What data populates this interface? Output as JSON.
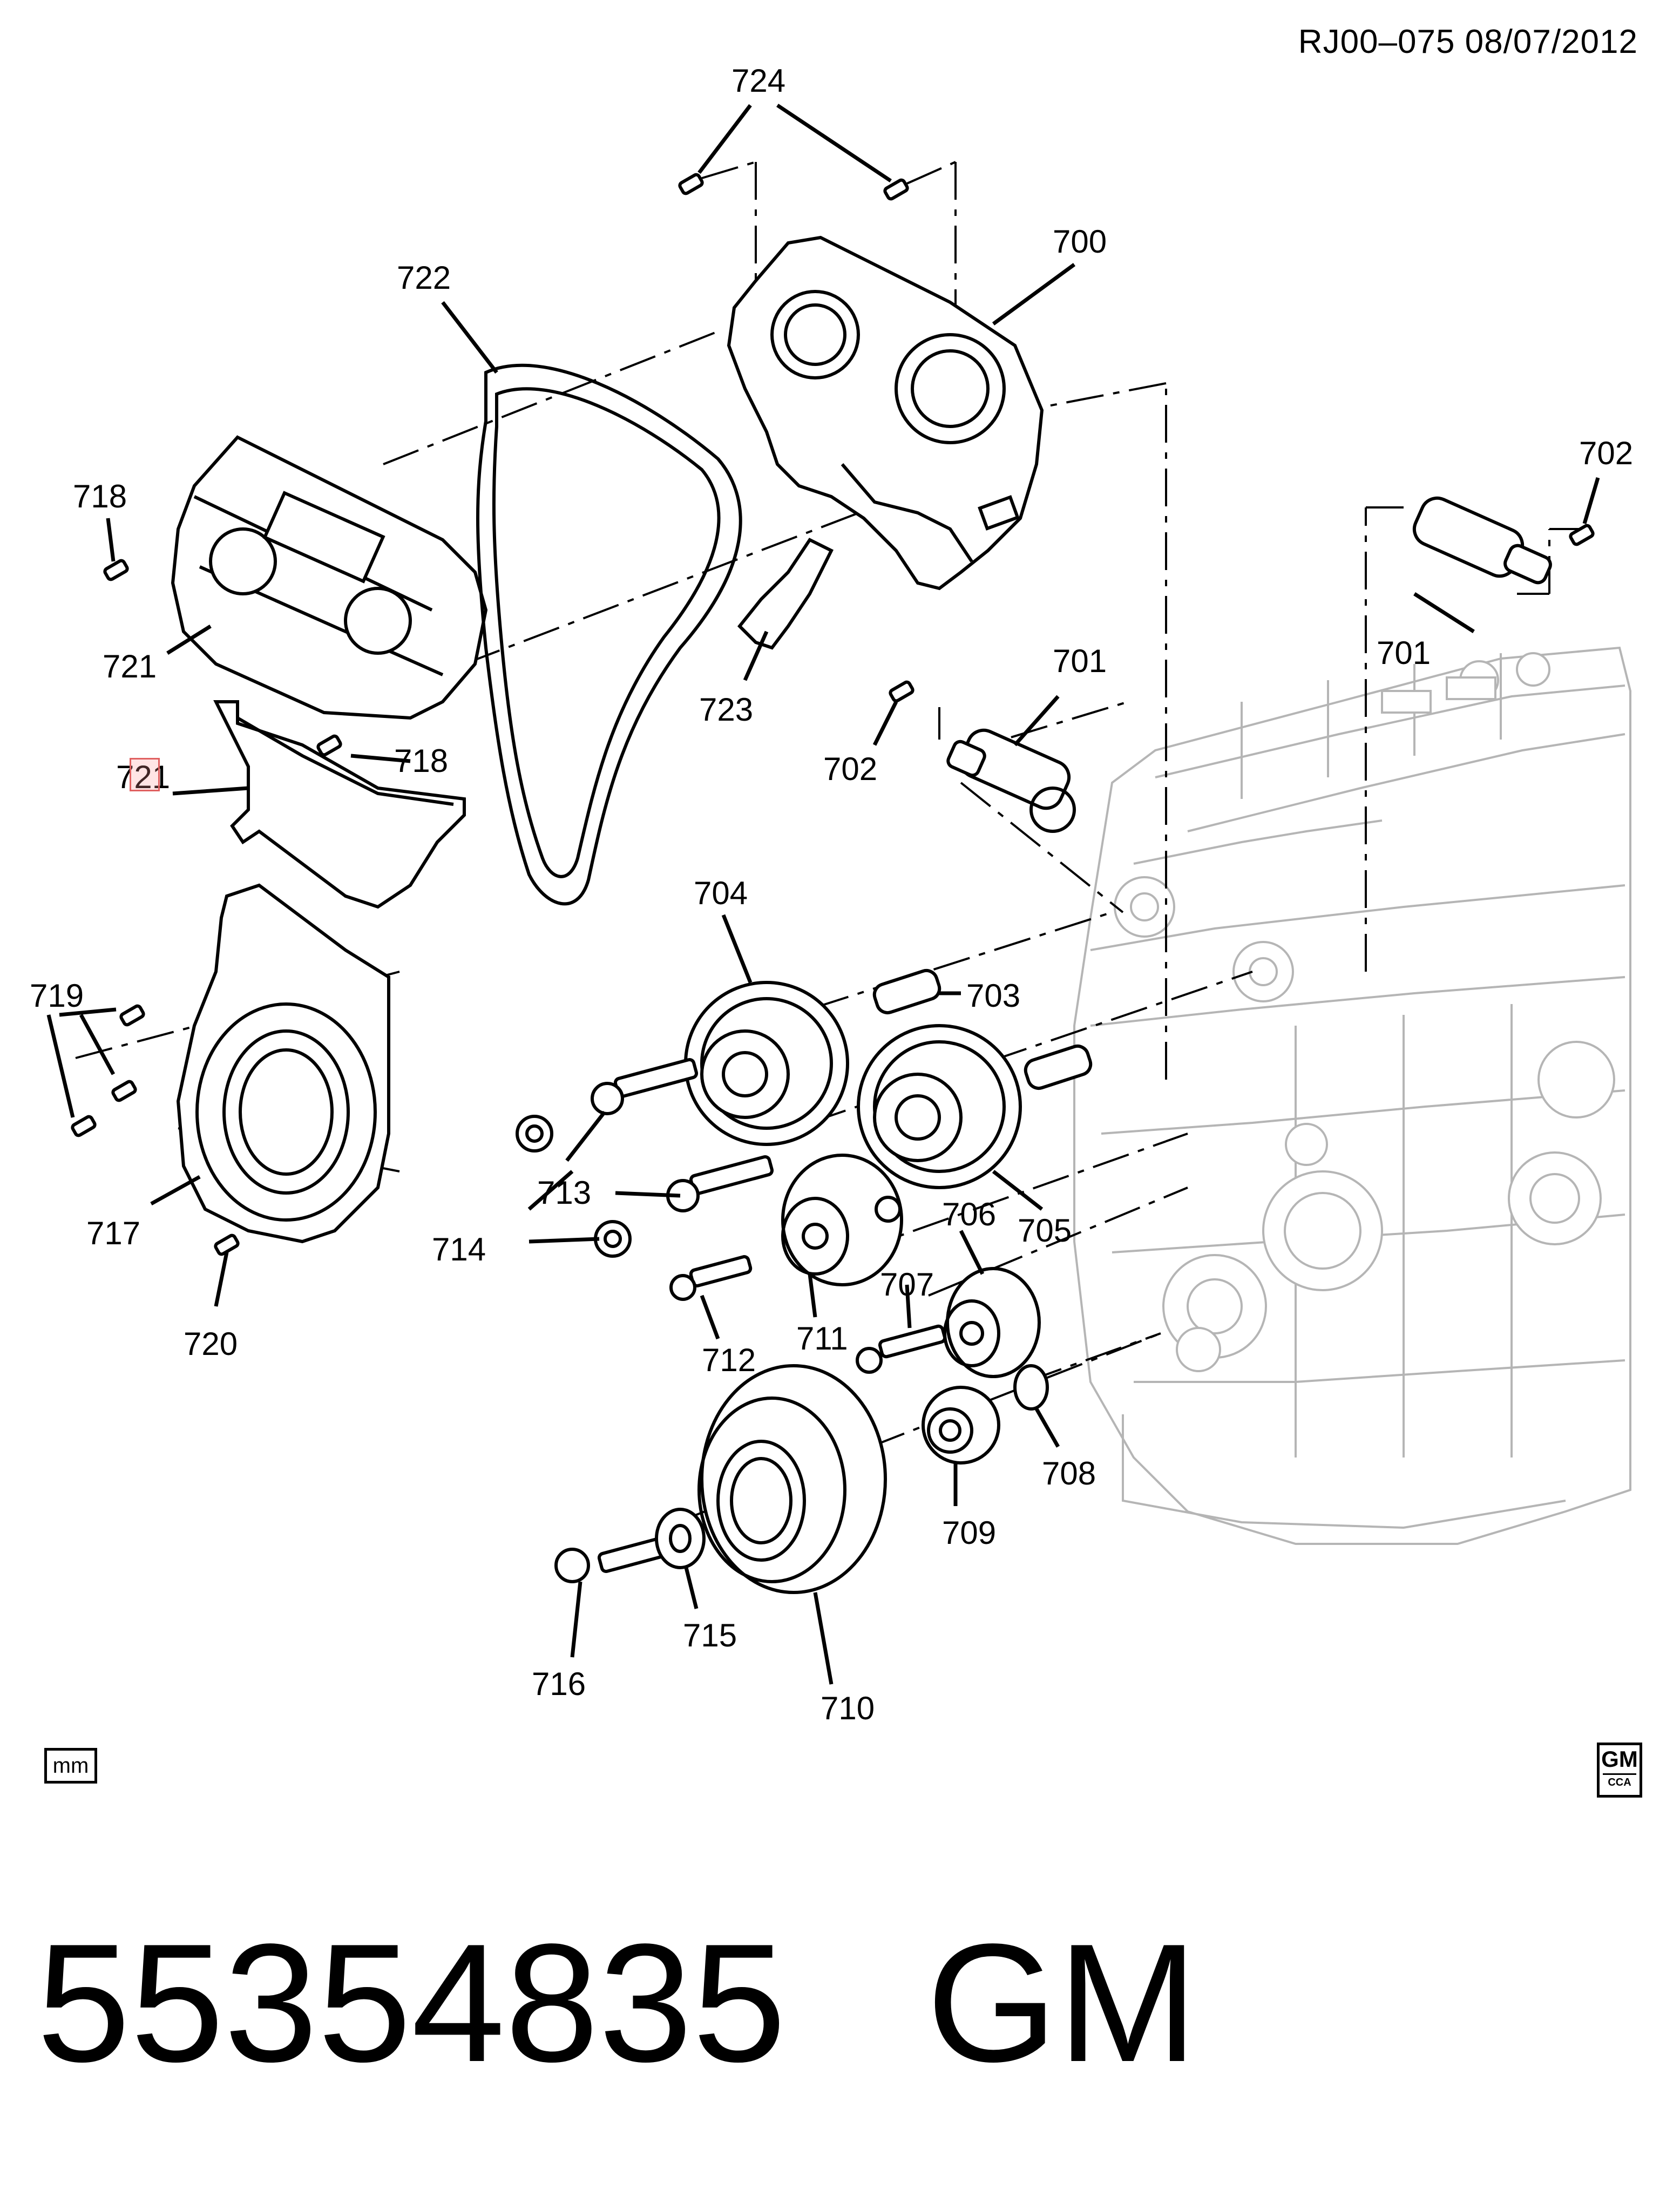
{
  "header": {
    "ref": "RJ00–075  08/07/2012"
  },
  "callouts": [
    {
      "id": "700",
      "text": "700"
    },
    {
      "id": "701a",
      "text": "701"
    },
    {
      "id": "701b",
      "text": "701"
    },
    {
      "id": "702a",
      "text": "702"
    },
    {
      "id": "702b",
      "text": "702"
    },
    {
      "id": "703",
      "text": "703"
    },
    {
      "id": "704",
      "text": "704"
    },
    {
      "id": "705",
      "text": "705"
    },
    {
      "id": "706",
      "text": "706"
    },
    {
      "id": "707",
      "text": "707"
    },
    {
      "id": "708",
      "text": "708"
    },
    {
      "id": "709",
      "text": "709"
    },
    {
      "id": "710",
      "text": "710"
    },
    {
      "id": "711",
      "text": "711"
    },
    {
      "id": "712",
      "text": "712"
    },
    {
      "id": "713",
      "text": "713"
    },
    {
      "id": "714",
      "text": "714"
    },
    {
      "id": "715",
      "text": "715"
    },
    {
      "id": "716",
      "text": "716"
    },
    {
      "id": "717",
      "text": "717"
    },
    {
      "id": "718a",
      "text": "718"
    },
    {
      "id": "718b",
      "text": "718"
    },
    {
      "id": "719",
      "text": "719"
    },
    {
      "id": "720",
      "text": "720"
    },
    {
      "id": "721a",
      "text": "721"
    },
    {
      "id": "721b",
      "text": "721"
    },
    {
      "id": "722",
      "text": "722"
    },
    {
      "id": "723",
      "text": "723"
    },
    {
      "id": "724",
      "text": "724"
    }
  ],
  "units_badge": "mm",
  "logo": {
    "brand": "GM",
    "sub": "CCA"
  },
  "footer": {
    "part_number": "55354835",
    "make": "GM"
  }
}
